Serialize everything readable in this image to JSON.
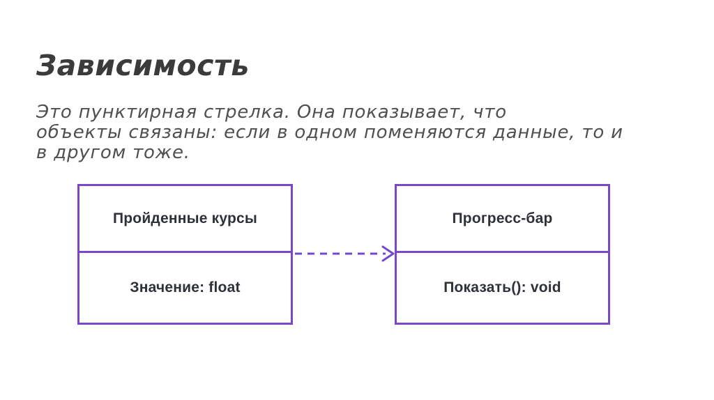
{
  "slide": {
    "title": "Зависимость",
    "description_lines": [
      "Это пунктирная стрелка. Она показывает, что",
      "объекты связаны: если в одном поменяются данные, то и",
      "в другом тоже."
    ]
  },
  "diagram": {
    "type": "uml-class-diagram",
    "left_class": {
      "name": "Пройденные курсы",
      "member": "Значение: float"
    },
    "right_class": {
      "name": "Прогресс-бар",
      "member": "Показать(): void"
    },
    "connector": {
      "relation": "dependency",
      "style": "dashed",
      "arrowhead": "open",
      "direction": "left-to-right"
    }
  },
  "colors": {
    "box_border": "#7B46C8",
    "arrow": "#7348CE",
    "title_text": "#3B3B3B",
    "body_text": "#4F4F4F",
    "box_text": "#2E3138",
    "background": "#FFFFFF"
  }
}
